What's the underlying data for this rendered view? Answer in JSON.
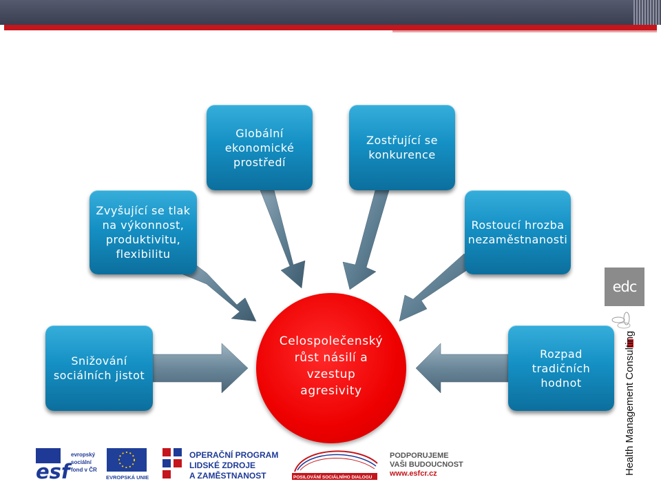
{
  "boxes": {
    "global": "Globální\nekonomické\nprostředí",
    "competition": "Zostřující se\nkonkurence",
    "pressure": "Zvyšující se tlak\nna výkonnost,\nproduktivitu,\nflexibilitu",
    "unemployment": "Rostoucí hrozba\nnezaměstnanosti",
    "social": "Snižování\nsociálních jistot",
    "values": "Rozpad\ntradičních\nhodnot"
  },
  "center": "Celospolečenský\nrůst násilí a\nvzestup\nagresivity",
  "logos": {
    "edc": "edc",
    "hmc": "Health Management Consulting",
    "esf_word": "esf",
    "esf_sub": "evropský\nsociální\nfond v ČR",
    "eu": "EVROPSKÁ UNIE",
    "op": "OPERAČNÍ PROGRAM\nLIDSKÉ ZDROJE\nA ZAMĚSTNANOST",
    "dialog": "POSILOVÁNÍ SOCIÁLNÍHO DIALOGU",
    "support": "PODPORUJEME\nVAŠI BUDOUCNOST\nwww.esfcr.cz"
  },
  "colors": {
    "box": "#1590c4",
    "center": "#ee0000",
    "accent": "#c4161c",
    "arrow": "#5f7f93"
  }
}
